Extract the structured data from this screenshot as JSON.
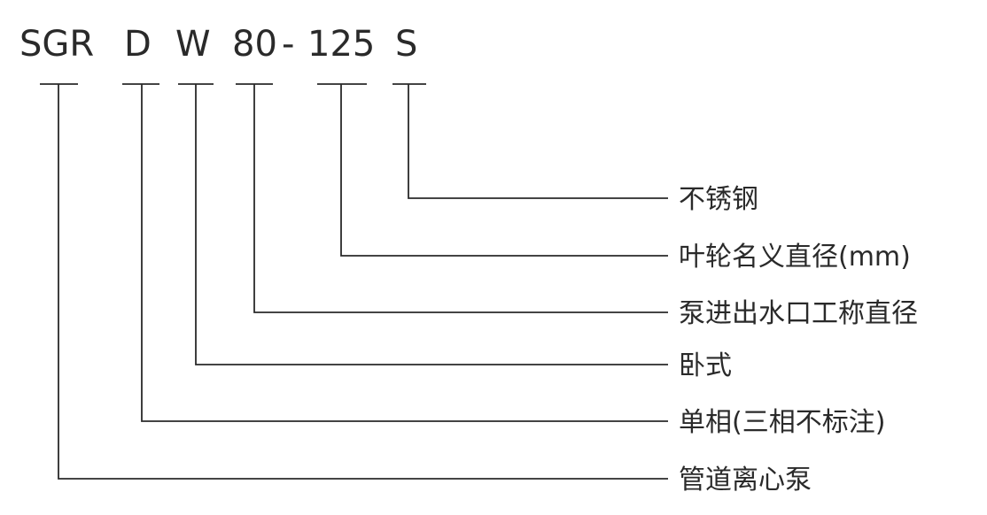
{
  "code": {
    "prefix": "SGR",
    "phase": "D",
    "orientation": "W",
    "port": "80",
    "dash": "-",
    "impeller": "125",
    "material": "S"
  },
  "descriptions": {
    "material": "不锈钢",
    "impeller": "叶轮名义直径(mm)",
    "port": "泵进出水口工称直径",
    "orientation": "卧式",
    "phase": "单相(三相不标注)",
    "prefix": "管道离心泵"
  }
}
